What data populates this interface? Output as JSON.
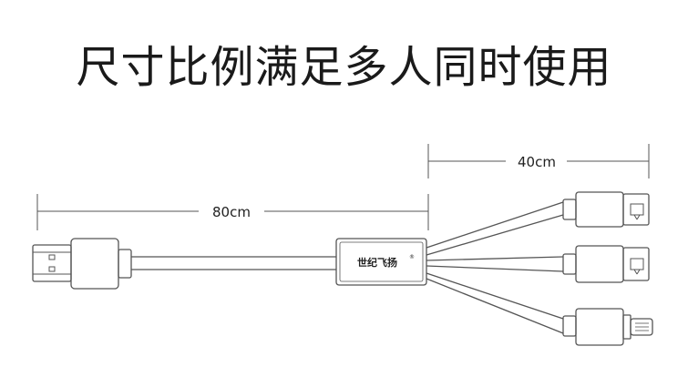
{
  "title": "尺寸比例满足多人同时使用",
  "dimensions": {
    "main_cable": "80cm",
    "branch_cable": "40cm"
  },
  "brand": {
    "name": "世纪飞扬",
    "mark": "®"
  },
  "connectors": {
    "source": "usb-a-icon",
    "outputs": [
      "micro-usb-icon",
      "micro-usb-icon",
      "lightning-icon"
    ]
  },
  "colors": {
    "line": "#555555",
    "text": "#1a1a1a",
    "background": "#ffffff"
  }
}
